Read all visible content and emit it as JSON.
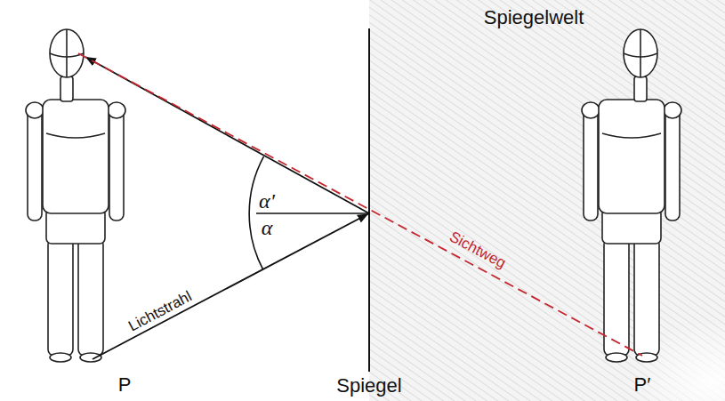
{
  "diagram": {
    "labels": [
      "Spiegelwelt",
      "α′",
      "α",
      "Lichtstrahl",
      "Sichtweg",
      "P",
      "Spiegel",
      "P′"
    ]
  }
}
